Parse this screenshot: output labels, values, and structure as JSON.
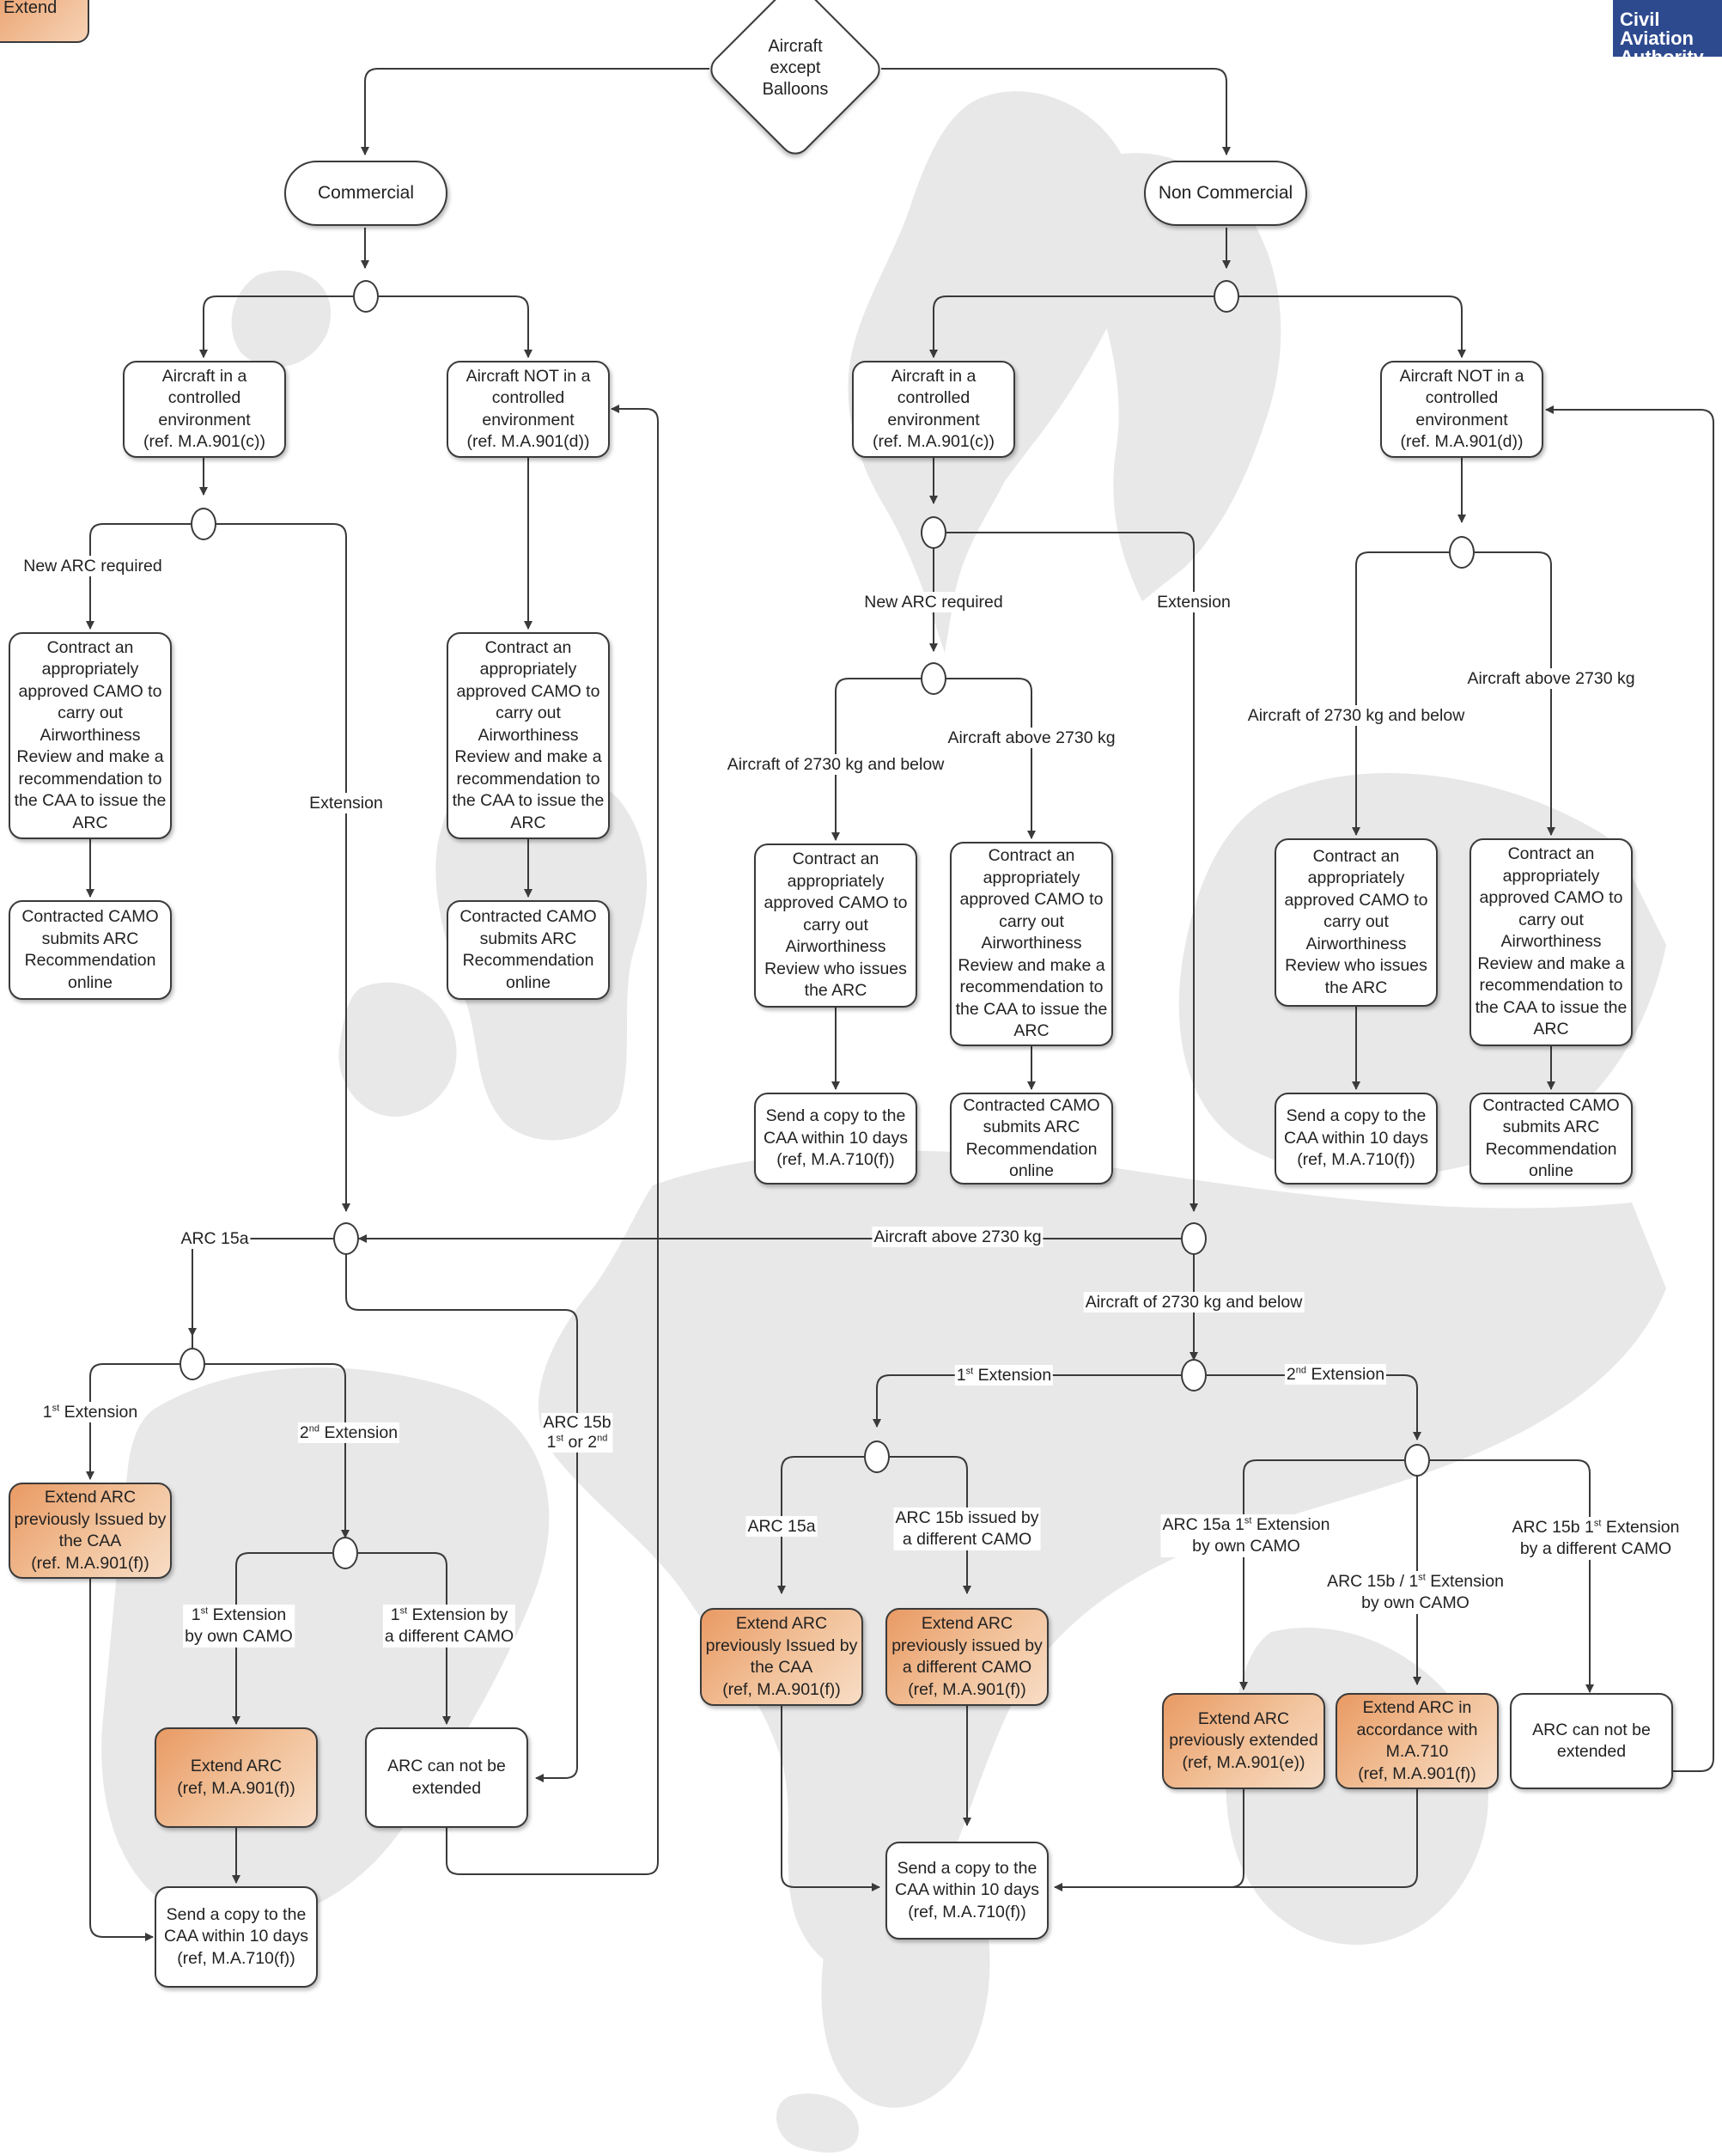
{
  "corner_tab": "Extend",
  "logo_text": "Civil Aviation\nAuthority",
  "root": "Aircraft\nexcept\nBalloons",
  "commercial": {
    "title": "Commercial",
    "controlled": "Aircraft in a\ncontrolled\nenvironment\n(ref. M.A.901(c))",
    "not_controlled": "Aircraft NOT in a\ncontrolled\nenvironment\n(ref. M.A.901(d))",
    "lbl_new_arc": "New ARC required",
    "lbl_extension": "Extension",
    "camo_review_left": "Contract an\nappropriately\napproved CAMO to\ncarry out\nAirworthiness\nReview and make a\nrecommendation to\nthe CAA to issue the\nARC",
    "camo_submit_left": "Contracted CAMO\nsubmits ARC\nRecommendation\nonline",
    "camo_review_right": "Contract an\nappropriately\napproved CAMO to\ncarry out\nAirworthiness\nReview and make a\nrecommendation to\nthe CAA to issue the\nARC",
    "camo_submit_right": "Contracted CAMO\nsubmits ARC\nRecommendation\nonline",
    "lbl_arc15a": "ARC 15a",
    "lbl_arc15b": "ARC 15b",
    "lbl_arc15b_sub_a": "1",
    "lbl_arc15b_sub_b": "st",
    "lbl_arc15b_sub_c": " or 2",
    "lbl_arc15b_sub_d": "nd",
    "lbl_first_ext_a": "1",
    "lbl_first_ext_b": "st",
    "lbl_first_ext_c": " Extension",
    "lbl_second_ext_a": "2",
    "lbl_second_ext_b": "nd",
    "lbl_second_ext_c": " Extension",
    "extend_caa": "Extend ARC\npreviously Issued by\nthe CAA\n(ref.  M.A.901(f))",
    "lbl_own_camo_a": "1",
    "lbl_own_camo_b": "st",
    "lbl_own_camo_c": " Extension",
    "lbl_own_camo_d": "by own CAMO",
    "lbl_diff_camo_a": "1",
    "lbl_diff_camo_b": "st",
    "lbl_diff_camo_c": " Extension by",
    "lbl_diff_camo_d": "a different CAMO",
    "extend_arc": "Extend ARC\n(ref, M.A.901(f))",
    "cannot_extend": "ARC can not be\nextended",
    "send_copy": "Send a copy to the\nCAA within 10 days\n(ref, M.A.710(f))"
  },
  "non_commercial": {
    "title": "Non Commercial",
    "controlled": "Aircraft in a\ncontrolled\nenvironment\n(ref. M.A.901(c))",
    "not_controlled": "Aircraft NOT in a\ncontrolled\nenvironment\n(ref. M.A.901(d))",
    "lbl_new_arc": "New ARC required",
    "lbl_extension": "Extension",
    "lbl_below_a": "Aircraft of 2730 kg and below",
    "lbl_above_a": "Aircraft above 2730 kg",
    "lbl_below_b": "Aircraft of 2730 kg and below",
    "lbl_above_b": "Aircraft above 2730 kg",
    "camo_issue_a": "Contract an\nappropriately\napproved CAMO to\ncarry out\nAirworthiness\nReview who issues\nthe ARC",
    "camo_review_a": "Contract an\nappropriately\napproved CAMO to\ncarry out\nAirworthiness\nReview and make a\nrecommendation to\nthe CAA to issue the\nARC",
    "send_copy_a": "Send a copy to the\nCAA within 10 days\n(ref, M.A.710(f))",
    "camo_submit_a": "Contracted CAMO\nsubmits ARC\nRecommendation\nonline",
    "camo_issue_b": "Contract an\nappropriately\napproved CAMO to\ncarry out\nAirworthiness\nReview who issues\nthe ARC",
    "camo_review_b": "Contract an\nappropriately\napproved CAMO to\ncarry out\nAirworthiness\nReview and make a\nrecommendation to\nthe CAA to issue the\nARC",
    "send_copy_b": "Send a copy to the\nCAA within 10 days\n(ref, M.A.710(f))",
    "camo_submit_b": "Contracted CAMO\nsubmits ARC\nRecommendation\nonline",
    "lbl_ext_above": "Aircraft above 2730 kg",
    "lbl_ext_below": "Aircraft of 2730 kg and below",
    "lbl_first_ext_a": "1",
    "lbl_first_ext_b": "st",
    "lbl_first_ext_c": " Extension",
    "lbl_second_ext_a": "2",
    "lbl_second_ext_b": "nd",
    "lbl_second_ext_c": " Extension",
    "lbl_arc15a": "ARC 15a",
    "lbl_arc15b_diff_a": "ARC 15b issued by",
    "lbl_arc15b_diff_b": "a different CAMO",
    "extend_caa": "Extend ARC\npreviously Issued by\nthe CAA\n(ref, M.A.901(f))",
    "extend_diff_camo": "Extend ARC\npreviously issued by\na different CAMO\n(ref, M.A.901(f))",
    "send_copy_c": "Send a copy to the\nCAA within 10 days\n(ref, M.A.710(f))",
    "lbl_15a_own_a": "ARC 15a 1",
    "lbl_15a_own_b": "st",
    "lbl_15a_own_c": " Extension",
    "lbl_15a_own_d": "by own CAMO",
    "lbl_15b_own_a": "ARC 15b / 1",
    "lbl_15b_own_b": "st",
    "lbl_15b_own_c": " Extension",
    "lbl_15b_own_d": "by own CAMO",
    "lbl_15b_diff_a": "ARC 15b 1",
    "lbl_15b_diff_b": "st",
    "lbl_15b_diff_c": " Extension",
    "lbl_15b_diff_d": "by a different CAMO",
    "extend_prev_ext": "Extend ARC\npreviously extended\n(ref, M.A.901(e))",
    "extend_710": "Extend ARC in\naccordance with\nM.A.710\n(ref, M.A.901(f))",
    "cannot_extend": "ARC can not be\nextended"
  },
  "colors": {
    "line": "#3a3a3a",
    "orange_start": "#e99a63",
    "orange_end": "#f8ddc6",
    "map": "#e6e6e6",
    "logo": "#2e4a8f"
  }
}
